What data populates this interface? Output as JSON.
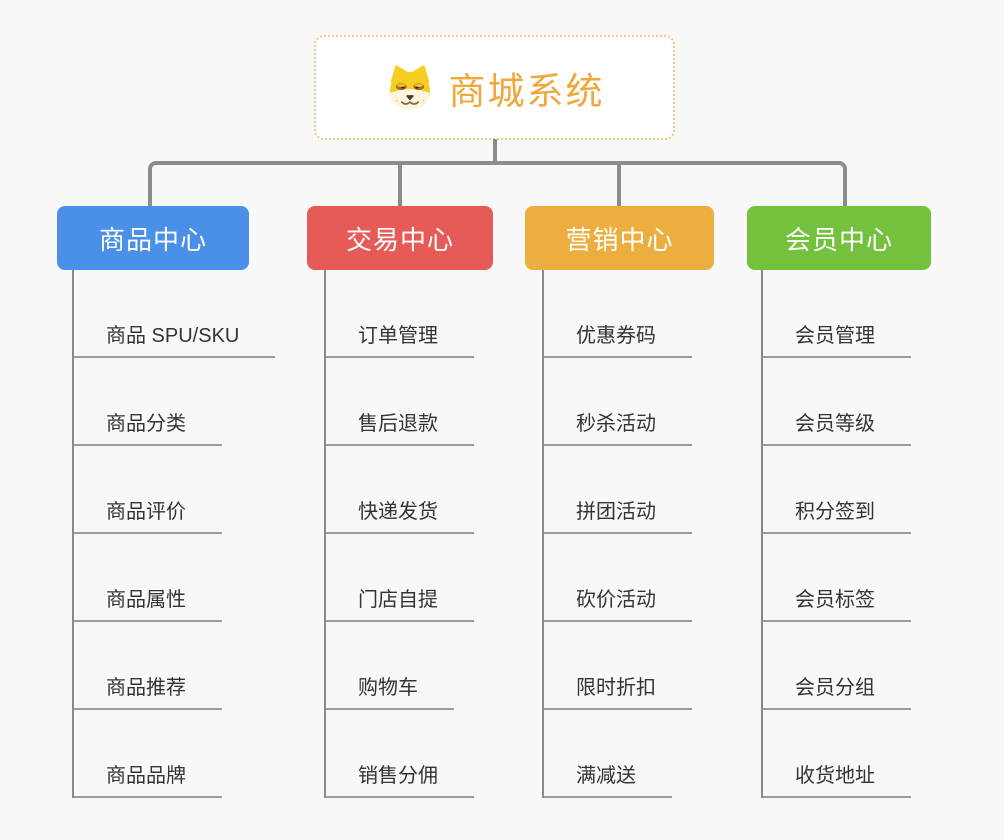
{
  "root": {
    "title": "商城系统",
    "icon": "shiba-dog-icon"
  },
  "branches": [
    {
      "label": "商品中心",
      "color": "#4a90e8",
      "items": [
        "商品 SPU/SKU",
        "商品分类",
        "商品评价",
        "商品属性",
        "商品推荐",
        "商品品牌"
      ]
    },
    {
      "label": "交易中心",
      "color": "#e65b57",
      "items": [
        "订单管理",
        "售后退款",
        "快递发货",
        "门店自提",
        "购物车",
        "销售分佣"
      ]
    },
    {
      "label": "营销中心",
      "color": "#ecae3e",
      "items": [
        "优惠券码",
        "秒杀活动",
        "拼团活动",
        "砍价活动",
        "限时折扣",
        "满减送"
      ]
    },
    {
      "label": "会员中心",
      "color": "#74c13e",
      "items": [
        "会员管理",
        "会员等级",
        "积分签到",
        "会员标签",
        "会员分组",
        "收货地址"
      ]
    }
  ],
  "colors": {
    "background": "#f8f8f8",
    "connector": "#8c8c8c",
    "underline": "#9b9b9b",
    "item_text": "#333333",
    "root_text": "#f0a73c",
    "root_border": "#f2c684"
  }
}
